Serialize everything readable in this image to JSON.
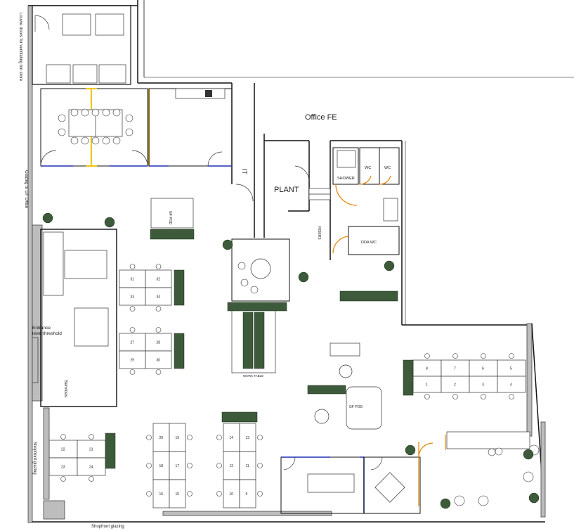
{
  "plan": {
    "title": "Ground Floor Office Layout",
    "labels": {
      "louvre": "Louvre doors for ventilating bin store",
      "glazing_office": "Glazing to GF Office",
      "office_fe": "Office FE",
      "plant": "PLANT",
      "it": "IT",
      "shower": "SHOWER",
      "wc1": "WC",
      "wc2": "WC",
      "dda_wc": "DDA WC",
      "gf_pod_top": "GF POD",
      "gf_pod": "GF POD",
      "risers": "RISERS",
      "entrance": "Entrance",
      "level_threshold": "level threshold",
      "services": "Services",
      "shopfront_left": "Shopfront glazing",
      "shopfront_bottom": "Shopfront glazing",
      "work_table": "WORK TABLE"
    },
    "desk_numbers": {
      "top_pair": [
        "31",
        "32",
        "33",
        "34"
      ],
      "mid_pair": [
        "27",
        "28",
        "29",
        "30"
      ],
      "left_cluster": [
        "22",
        "21",
        "23",
        "24"
      ],
      "bottom_a": [
        "20",
        "19",
        "18",
        "17",
        "16",
        "15"
      ],
      "bottom_b": [
        "14",
        "13",
        "12",
        "11",
        "10",
        "9"
      ],
      "right_top": [
        "8",
        "7",
        "6",
        "5"
      ],
      "right_bottom": [
        "1",
        "2",
        "3",
        "4"
      ]
    },
    "colors": {
      "wall": "#111111",
      "glazing_blue": "#1f2fb3",
      "door_orange": "#e38a14",
      "screen_yellow": "#f0c419",
      "planting_green": "#3d5b3a"
    }
  }
}
